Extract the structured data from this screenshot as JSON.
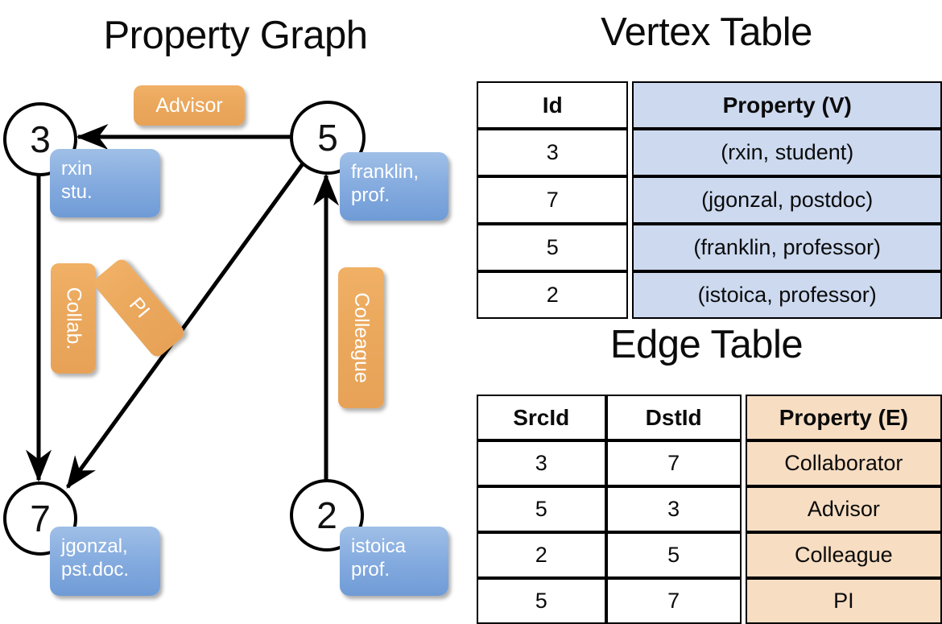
{
  "titles": {
    "graph": "Property Graph",
    "vertex_table": "Vertex Table",
    "edge_table": "Edge Table"
  },
  "colors": {
    "vertex_property_fill": "#ccd9ef",
    "edge_property_fill": "#f7ddc2",
    "vertex_box_fill": "#87ade0",
    "edge_label_fill": "#eba95e",
    "line": "#000000",
    "background": "#ffffff"
  },
  "graph": {
    "nodes": [
      {
        "id": "3",
        "label_line1": "rxin",
        "label_line2": "stu."
      },
      {
        "id": "5",
        "label_line1": "franklin,",
        "label_line2": "prof."
      },
      {
        "id": "7",
        "label_line1": "jgonzal,",
        "label_line2": "pst.doc."
      },
      {
        "id": "2",
        "label_line1": "istoica",
        "label_line2": "prof."
      }
    ],
    "edge_labels": [
      {
        "name": "advisor",
        "text": "Advisor"
      },
      {
        "name": "collab",
        "text": "Collab."
      },
      {
        "name": "pi",
        "text": "PI"
      },
      {
        "name": "colleague",
        "text": "Colleague"
      }
    ]
  },
  "vertex_table": {
    "columns": [
      "Id",
      "Property (V)"
    ],
    "rows": [
      {
        "id": "3",
        "property": "(rxin, student)"
      },
      {
        "id": "7",
        "property": "(jgonzal, postdoc)"
      },
      {
        "id": "5",
        "property": "(franklin, professor)"
      },
      {
        "id": "2",
        "property": "(istoica, professor)"
      }
    ]
  },
  "edge_table": {
    "columns": [
      "SrcId",
      "DstId",
      "Property (E)"
    ],
    "rows": [
      {
        "src": "3",
        "dst": "7",
        "property": "Collaborator"
      },
      {
        "src": "5",
        "dst": "3",
        "property": "Advisor"
      },
      {
        "src": "2",
        "dst": "5",
        "property": "Colleague"
      },
      {
        "src": "5",
        "dst": "7",
        "property": "PI"
      }
    ]
  }
}
